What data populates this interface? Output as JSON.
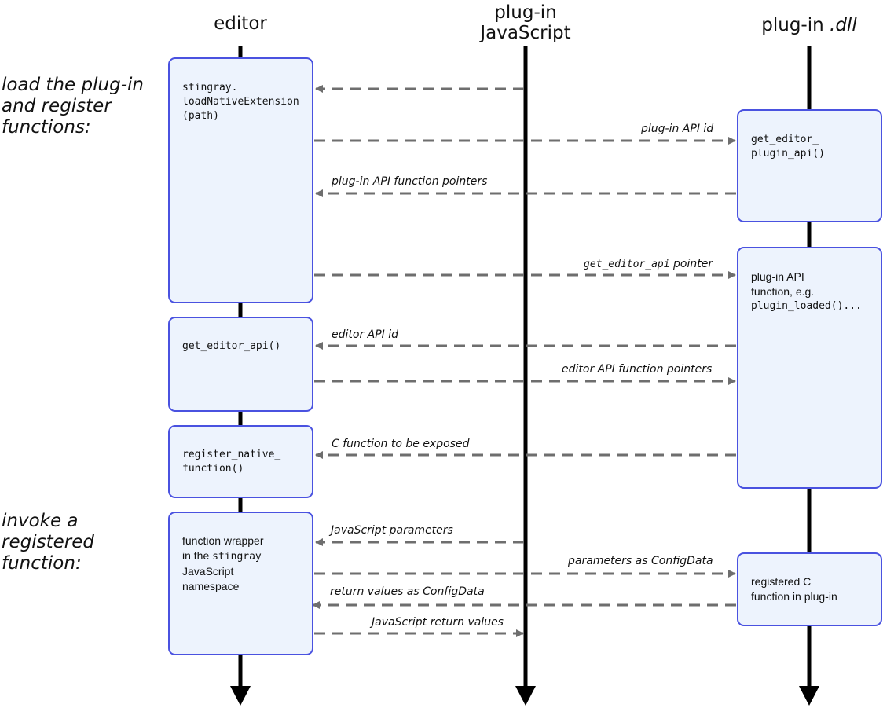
{
  "columns": {
    "editor": "editor",
    "js_line1": "plug-in",
    "js_line2": "JavaScript",
    "dll_prefix": "plug-in ",
    "dll_suffix": ".dll"
  },
  "sections": {
    "load": "load the plug-in\nand register\nfunctions:",
    "invoke": "invoke a\nregistered\nfunction:"
  },
  "boxes": {
    "load_native": "stingray.\nloadNativeExtension\n(path)",
    "get_editor_plugin_api": "get_editor_\nplugin_api()",
    "plugin_api_fn_1": "plug-in API\nfunction, e.g.",
    "plugin_api_fn_2": "plugin_loaded()...",
    "get_editor_api": "get_editor_api()",
    "register_native": "register_native_\nfunction()",
    "wrapper_1": "function wrapper",
    "wrapper_2a": "in the ",
    "wrapper_2b": "stingray",
    "wrapper_3": "JavaScript\nnamespace",
    "registered_c": "registered C\nfunction in plug-in"
  },
  "arrows": {
    "plugin_api_id": "plug-in API id",
    "plugin_api_fn_ptrs": "plug-in API function pointers",
    "get_editor_api_code": "get_editor_api",
    "get_editor_api_rest": " pointer",
    "editor_api_id": "editor API id",
    "editor_api_fn_ptrs": "editor API function pointers",
    "c_fn_exposed": "C function to be exposed",
    "js_params": "JavaScript parameters",
    "params_configdata": "parameters as ConfigData",
    "return_configdata": "return values as ConfigData",
    "js_return": "JavaScript return values"
  },
  "colors": {
    "box_border": "#4a52e0",
    "box_fill": "#edf3fd",
    "lifeline": "#000000",
    "message_arrow": "#6e6e6e"
  }
}
